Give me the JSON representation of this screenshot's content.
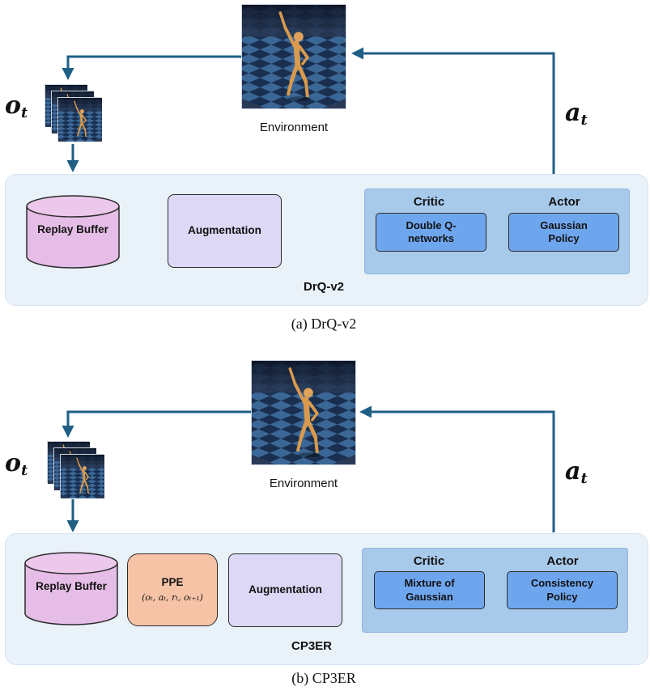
{
  "figure_a": {
    "caption": "(a) DrQ-v2",
    "panel_title": "DrQ-v2",
    "environment_label": "Environment",
    "observation_symbol": "o",
    "observation_subscript": "t",
    "action_symbol": "a",
    "action_subscript": "t",
    "replay_buffer": "Replay Buffer",
    "augmentation": "Augmentation",
    "critic_title": "Critic",
    "actor_title": "Actor",
    "critic_box": "Double Q-networks",
    "actor_box": "Gaussian Policy"
  },
  "figure_b": {
    "caption": "(b) CP3ER",
    "panel_title": "CP3ER",
    "environment_label": "Environment",
    "observation_symbol": "o",
    "observation_subscript": "t",
    "action_symbol": "a",
    "action_subscript": "t",
    "replay_buffer": "Replay Buffer",
    "ppe_title": "PPE",
    "ppe_tuple": "(oₜ, aₜ, rₜ, oₜ₊₁)",
    "augmentation": "Augmentation",
    "critic_title": "Critic",
    "actor_title": "Actor",
    "critic_box": "Mixture of Gaussian",
    "actor_box": "Consistency Policy"
  },
  "colors": {
    "arrow": "#1f5f86",
    "panel": "#e9f1f9",
    "group": "#a7c9ea",
    "blue_box": "#6ea6ee",
    "augmentation": "#dcd8f6",
    "replay_buffer": "#e6bde6",
    "ppe": "#f6c3a7"
  },
  "icons": [
    "humanoid-environment-render",
    "observation-frame-stack",
    "cylinder-database"
  ]
}
